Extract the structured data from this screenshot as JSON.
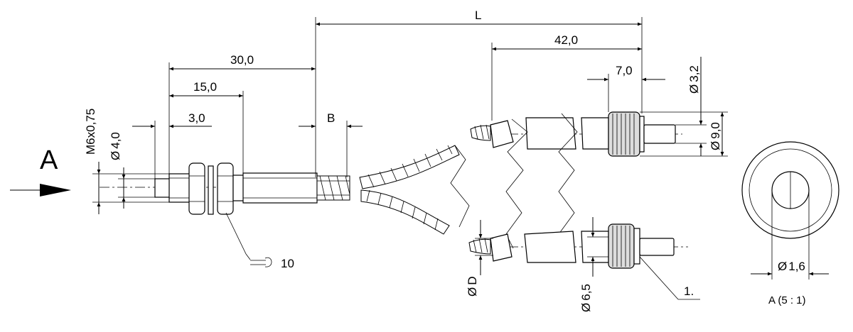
{
  "labels": {
    "L": "L",
    "dim_42": "42,0",
    "dim_30": "30,0",
    "dim_15": "15,0",
    "dim_3": "3,0",
    "dim_7": "7,0",
    "dim_B": "B",
    "thread": "M6x0,75",
    "dia_4": "4,0",
    "dia_3_2": "3,2",
    "dia_9": "9,0",
    "dia_D": "D",
    "dia_6_5": "6,5",
    "dia_1_6": "1,6",
    "view_letter": "A",
    "wrench": "10",
    "callout_1": "1.",
    "detail_label": "A (5 : 1)"
  },
  "symbols": {
    "diameter": "Ø"
  }
}
